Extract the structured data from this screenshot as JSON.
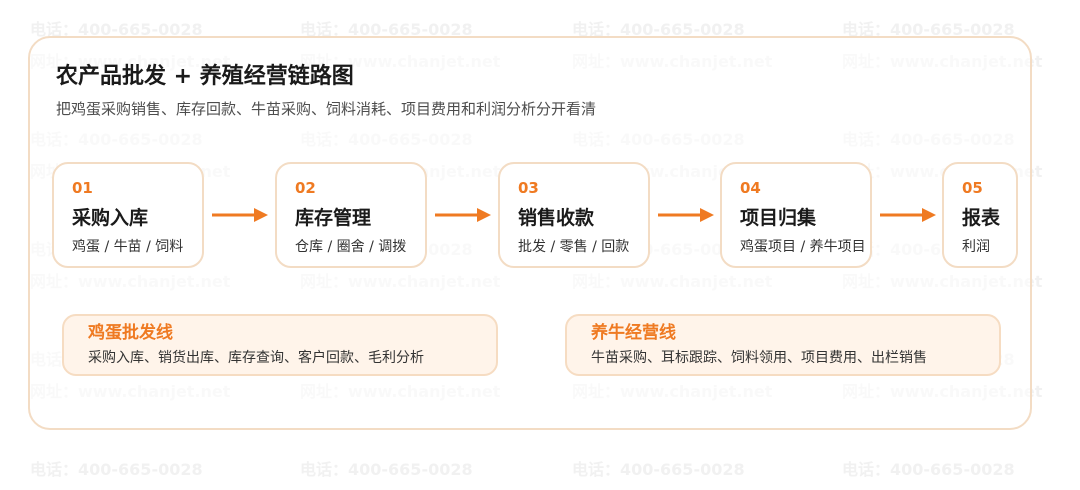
{
  "header": {
    "title": "农产品批发 + 养殖经营链路图",
    "subtitle": "把鸡蛋采购销售、库存回款、牛苗采购、饲料消耗、项目费用和利润分析分开看清"
  },
  "steps": [
    {
      "num": "01",
      "name": "采购入库",
      "desc": "鸡蛋 / 牛苗 / 饲料"
    },
    {
      "num": "02",
      "name": "库存管理",
      "desc": "仓库 / 圈舍 / 调拨"
    },
    {
      "num": "03",
      "name": "销售收款",
      "desc": "批发 / 零售 / 回款"
    },
    {
      "num": "04",
      "name": "项目归集",
      "desc": "鸡蛋项目 / 养牛项目"
    },
    {
      "num": "05",
      "name": "报表",
      "desc": "利润"
    }
  ],
  "lines": [
    {
      "title": "鸡蛋批发线",
      "desc": "采购入库、销货出库、库存查询、客户回款、毛利分析"
    },
    {
      "title": "养牛经营线",
      "desc": "牛苗采购、耳标跟踪、饲料领用、项目费用、出栏销售"
    }
  ],
  "watermark": {
    "phone": "电话：400-665-0028",
    "site": "网址：www.chanjet.net"
  },
  "colors": {
    "accent": "#ef7a22",
    "border": "#f3dcc4",
    "line_bg": "#fff4ea"
  }
}
